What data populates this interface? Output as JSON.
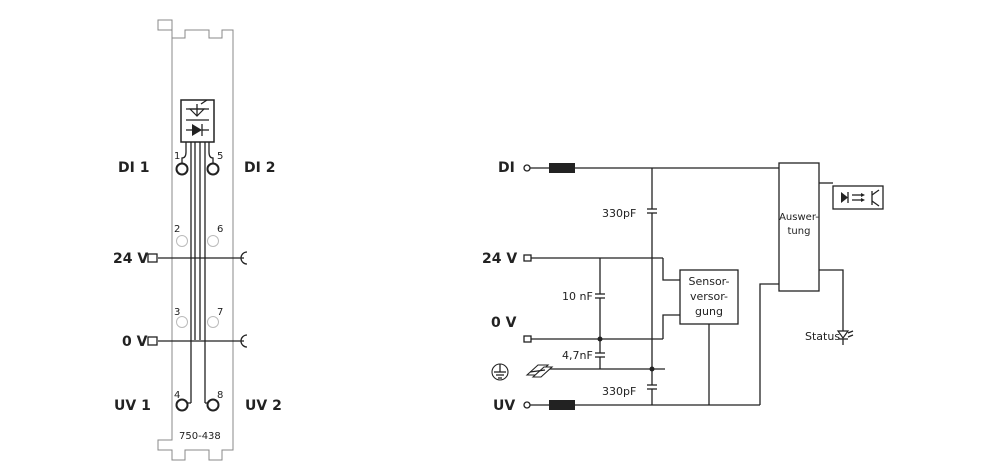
{
  "module": {
    "part_number": "750-438",
    "terminals": [
      {
        "num": "1"
      },
      {
        "num": "5"
      },
      {
        "num": "2"
      },
      {
        "num": "6"
      },
      {
        "num": "3"
      },
      {
        "num": "7"
      },
      {
        "num": "4"
      },
      {
        "num": "8"
      }
    ],
    "labels": {
      "di1": "DI 1",
      "di2": "DI 2",
      "v24": "24 V",
      "v0": "0 V",
      "uv1": "UV 1",
      "uv2": "UV 2"
    }
  },
  "schematic": {
    "inputs": {
      "di": "DI",
      "v24": "24 V",
      "v0": "0 V",
      "uv": "UV"
    },
    "components": {
      "c1": "330pF",
      "c2": "10 nF",
      "c3": "4,7nF",
      "c4": "330pF"
    },
    "blocks": {
      "sensor_line1": "Sensor-",
      "sensor_line2": "versor-",
      "sensor_line3": "gung",
      "eval_line1": "Auswer-",
      "eval_line2": "tung"
    },
    "status_label": "Status"
  }
}
